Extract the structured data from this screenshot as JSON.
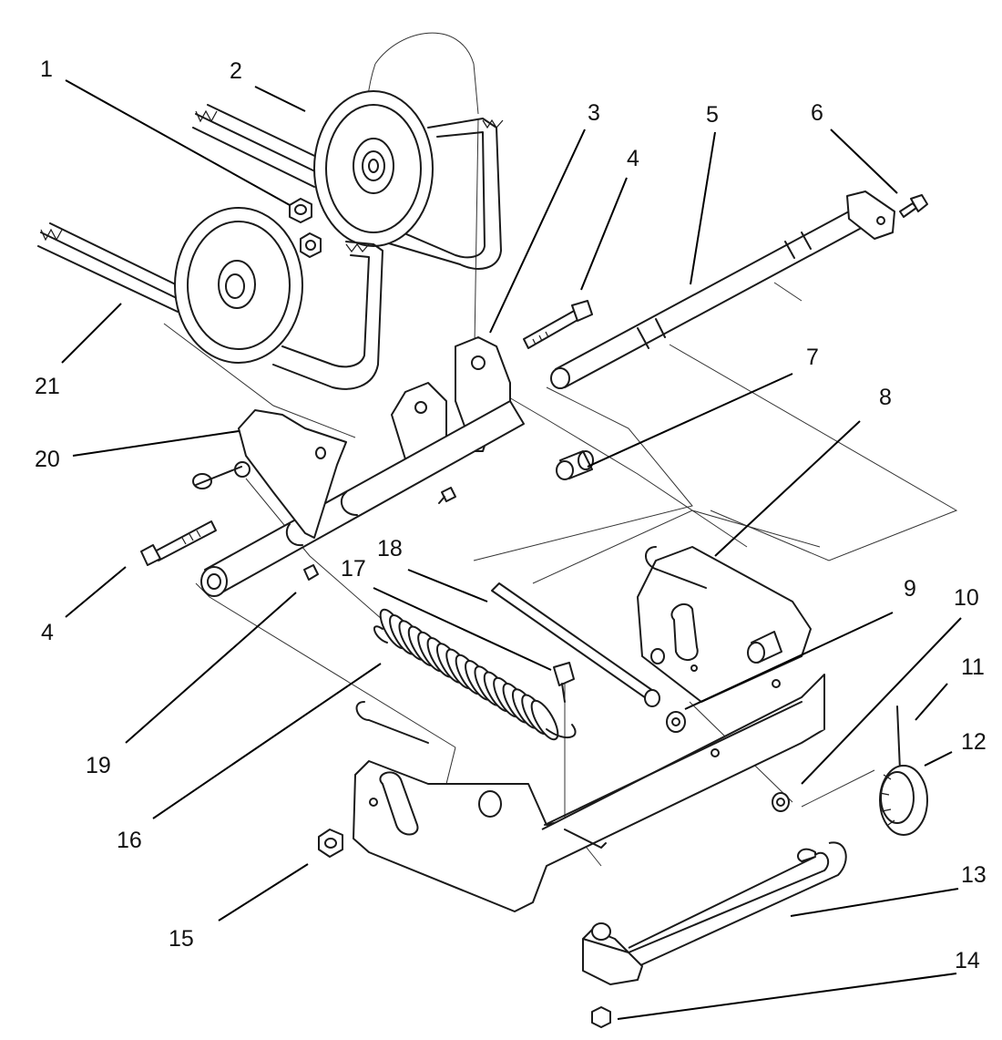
{
  "callouts": [
    {
      "id": "c1",
      "text": "1"
    },
    {
      "id": "c2",
      "text": "2"
    },
    {
      "id": "c3",
      "text": "3"
    },
    {
      "id": "c4a",
      "text": "4"
    },
    {
      "id": "c4b",
      "text": "4"
    },
    {
      "id": "c5",
      "text": "5"
    },
    {
      "id": "c6",
      "text": "6"
    },
    {
      "id": "c7",
      "text": "7"
    },
    {
      "id": "c8",
      "text": "8"
    },
    {
      "id": "c9",
      "text": "9"
    },
    {
      "id": "c10",
      "text": "10"
    },
    {
      "id": "c11",
      "text": "11"
    },
    {
      "id": "c12",
      "text": "12"
    },
    {
      "id": "c13",
      "text": "13"
    },
    {
      "id": "c14",
      "text": "14"
    },
    {
      "id": "c15",
      "text": "15"
    },
    {
      "id": "c16",
      "text": "16"
    },
    {
      "id": "c17",
      "text": "17"
    },
    {
      "id": "c18",
      "text": "18"
    },
    {
      "id": "c19",
      "text": "19"
    },
    {
      "id": "c20",
      "text": "20"
    },
    {
      "id": "c21",
      "text": "21"
    }
  ]
}
